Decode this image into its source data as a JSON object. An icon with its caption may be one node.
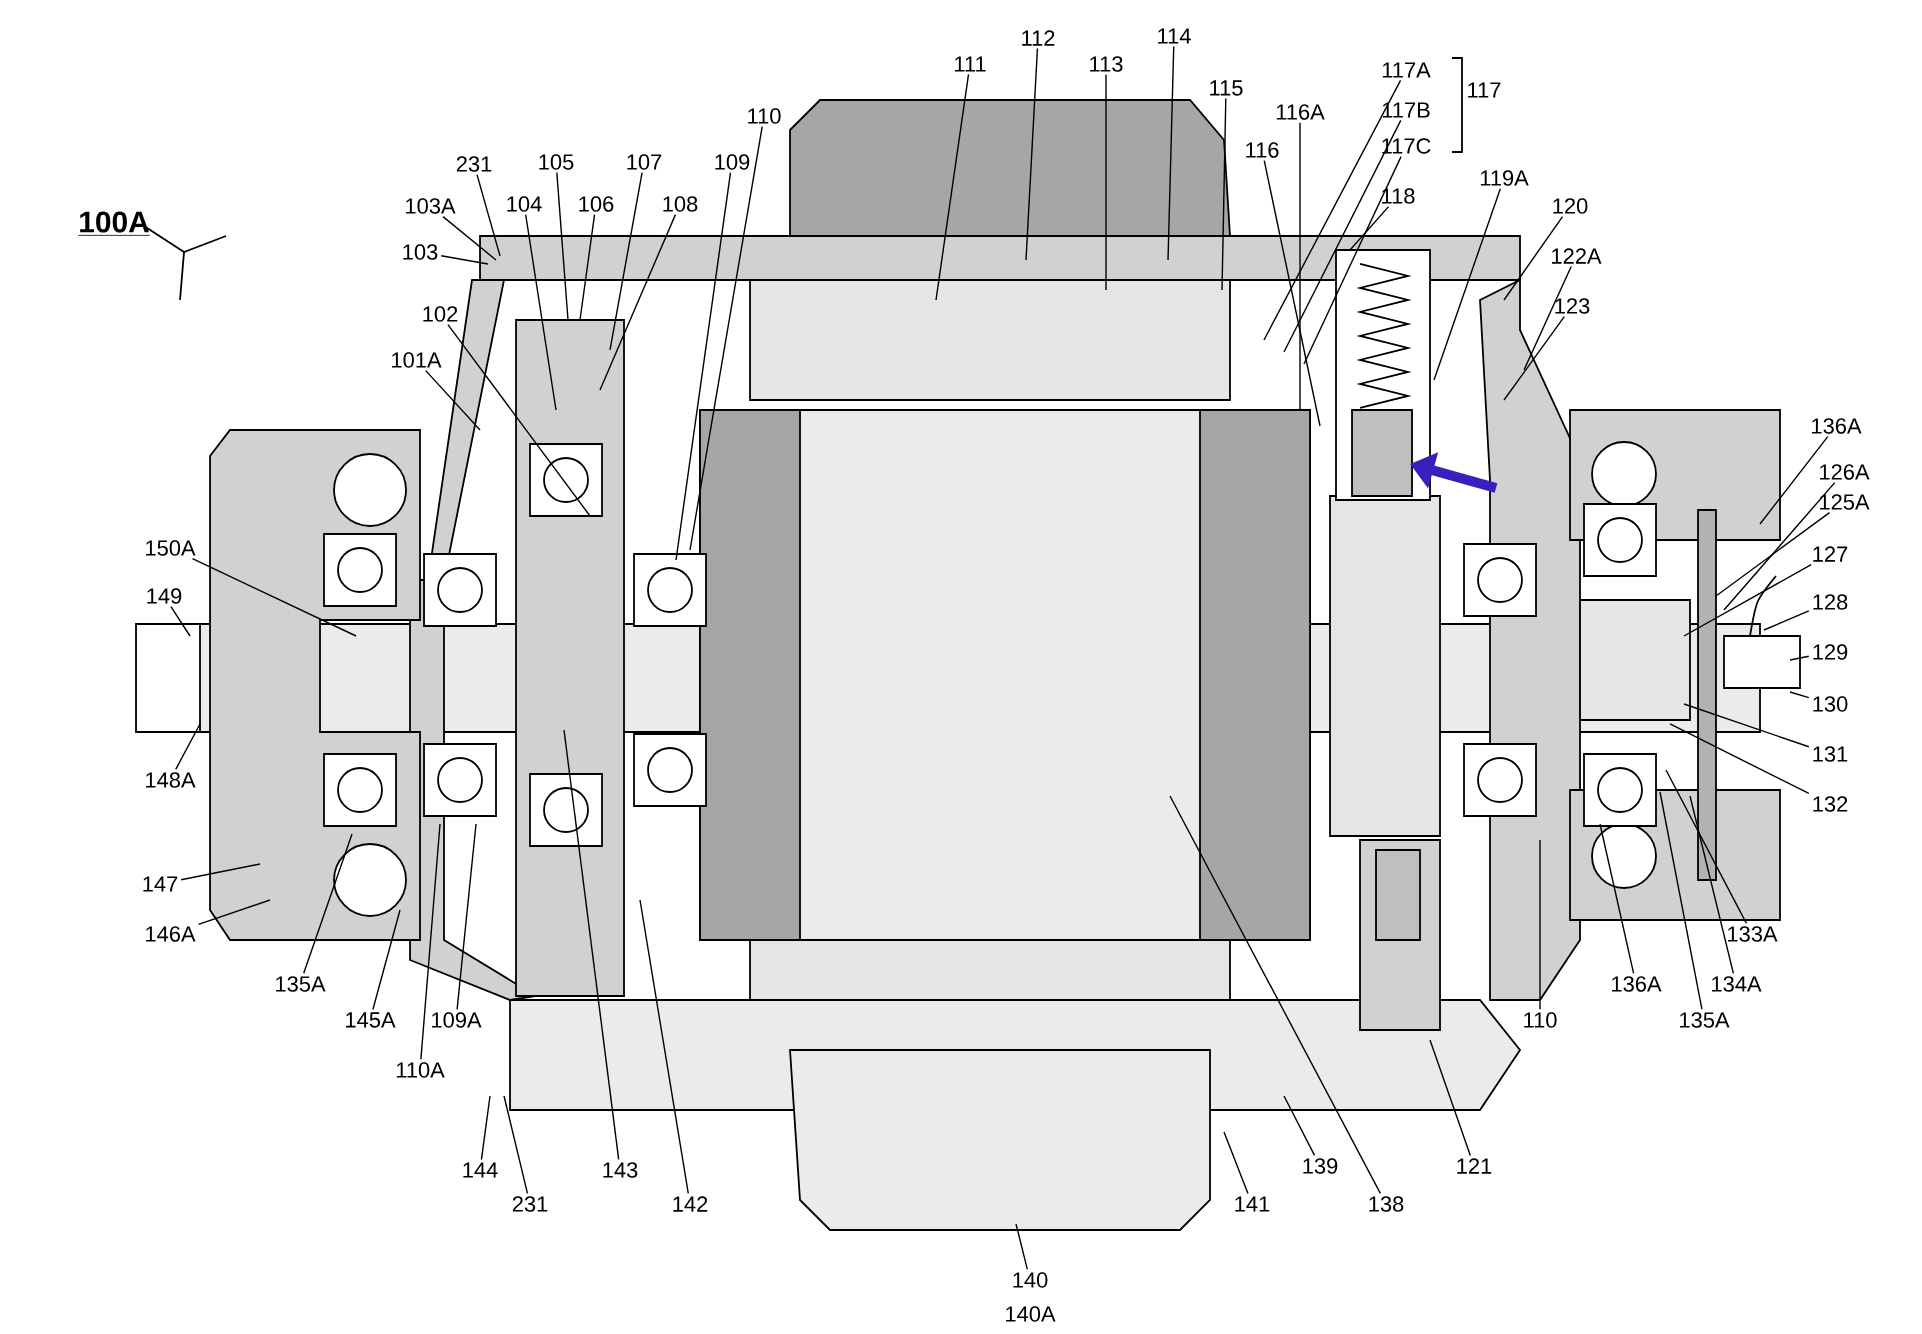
{
  "diagram": {
    "nodes": [
      {
        "text": [
          "231"
        ]
      },
      {
        "text": [
          "105"
        ]
      },
      {
        "text": [
          "107"
        ]
      },
      {
        "text": [
          "109"
        ]
      },
      {
        "text": [
          "110"
        ]
      },
      {
        "text": [
          "103A"
        ]
      },
      {
        "text": [
          "104"
        ]
      },
      {
        "text": [
          "106"
        ]
      },
      {
        "text": [
          "108"
        ]
      },
      {
        "text": [
          "103"
        ]
      },
      {
        "text": [
          "102"
        ]
      },
      {
        "text": [
          "101A"
        ]
      },
      {
        "text": [
          "111"
        ]
      },
      {
        "text": [
          "112"
        ]
      },
      {
        "text": [
          "113"
        ]
      },
      {
        "text": [
          "114"
        ]
      },
      {
        "text": [
          "115"
        ]
      },
      {
        "text": [
          "116A"
        ]
      },
      {
        "text": [
          "116"
        ]
      },
      {
        "text": [
          "117A"
        ]
      },
      {
        "text": [
          "117B"
        ]
      },
      {
        "text": [
          "117C"
        ]
      },
      {
        "text": [
          "118"
        ]
      },
      {
        "text": [
          "119A"
        ]
      },
      {
        "text": [
          "120"
        ]
      },
      {
        "text": [
          "122A"
        ]
      },
      {
        "text": [
          "123"
        ]
      },
      {
        "text": [
          "150A"
        ]
      },
      {
        "text": [
          "149"
        ]
      },
      {
        "text": [
          "136A"
        ]
      },
      {
        "text": [
          "126A"
        ]
      },
      {
        "text": [
          "125A"
        ]
      },
      {
        "text": [
          "127"
        ]
      },
      {
        "text": [
          "128"
        ]
      },
      {
        "text": [
          "129"
        ]
      },
      {
        "text": [
          "130"
        ]
      },
      {
        "text": [
          "148A"
        ]
      },
      {
        "text": [
          "131"
        ]
      },
      {
        "text": [
          "132"
        ]
      },
      {
        "text": [
          "147"
        ]
      },
      {
        "text": [
          "146A"
        ]
      },
      {
        "text": [
          "133A"
        ]
      },
      {
        "text": [
          "135A"
        ]
      },
      {
        "text": [
          "136A"
        ]
      },
      {
        "text": [
          "134A"
        ]
      },
      {
        "text": [
          "145A"
        ]
      },
      {
        "text": [
          "109A"
        ]
      },
      {
        "text": [
          "110"
        ]
      },
      {
        "text": [
          "135A"
        ]
      },
      {
        "text": [
          "110A"
        ]
      },
      {
        "text": [
          "139"
        ]
      },
      {
        "text": [
          "121"
        ]
      },
      {
        "text": [
          "144"
        ]
      },
      {
        "text": [
          "143"
        ]
      },
      {
        "text": [
          "231"
        ]
      },
      {
        "text": [
          "141"
        ]
      },
      {
        "text": [
          "138"
        ]
      },
      {
        "text": [
          "142"
        ]
      },
      {
        "text": [
          "140"
        ]
      }
    ],
    "edges": [
      {
        "from": 0,
        "to": null,
        "arrow": "none"
      },
      {
        "from": 1,
        "to": null,
        "arrow": "none"
      },
      {
        "from": 2,
        "to": null,
        "arrow": "none"
      },
      {
        "from": 3,
        "to": null,
        "arrow": "none"
      },
      {
        "from": 4,
        "to": null,
        "arrow": "none"
      },
      {
        "from": 5,
        "to": null,
        "arrow": "none"
      },
      {
        "from": 6,
        "to": null,
        "arrow": "none"
      },
      {
        "from": 7,
        "to": null,
        "arrow": "none"
      },
      {
        "from": 8,
        "to": null,
        "arrow": "none"
      },
      {
        "from": 9,
        "to": null,
        "arrow": "none"
      },
      {
        "from": 10,
        "to": null,
        "arrow": "none"
      },
      {
        "from": 11,
        "to": null,
        "arrow": "none"
      },
      {
        "from": 12,
        "to": null,
        "arrow": "none"
      },
      {
        "from": 13,
        "to": null,
        "arrow": "none"
      },
      {
        "from": 14,
        "to": null,
        "arrow": "none"
      },
      {
        "from": 15,
        "to": null,
        "arrow": "none"
      },
      {
        "from": 16,
        "to": null,
        "arrow": "none"
      },
      {
        "from": 17,
        "to": null,
        "arrow": "none"
      },
      {
        "from": 18,
        "to": null,
        "arrow": "none"
      },
      {
        "from": 19,
        "to": null,
        "arrow": "none"
      },
      {
        "from": 20,
        "to": null,
        "arrow": "none"
      },
      {
        "from": 21,
        "to": null,
        "arrow": "none"
      },
      {
        "from": 22,
        "to": null,
        "arrow": "none"
      },
      {
        "from": 23,
        "to": null,
        "arrow": "none"
      },
      {
        "from": 24,
        "to": null,
        "arrow": "none"
      },
      {
        "from": 25,
        "to": null,
        "arrow": "none"
      },
      {
        "from": 26,
        "to": null,
        "arrow": "none"
      },
      {
        "from": 27,
        "to": null,
        "arrow": "none"
      },
      {
        "from": 28,
        "to": null,
        "arrow": "none"
      },
      {
        "from": 29,
        "to": null,
        "arrow": "none"
      },
      {
        "from": 30,
        "to": null,
        "arrow": "none"
      },
      {
        "from": 31,
        "to": null,
        "arrow": "none"
      },
      {
        "from": 32,
        "to": null,
        "arrow": "none"
      },
      {
        "from": 33,
        "to": null,
        "arrow": "none"
      },
      {
        "from": 34,
        "to": null,
        "arrow": "none"
      },
      {
        "from": 35,
        "to": null,
        "arrow": "none"
      },
      {
        "from": 36,
        "to": null,
        "arrow": "none"
      },
      {
        "from": 37,
        "to": null,
        "arrow": "none"
      },
      {
        "from": 38,
        "to": null,
        "arrow": "none"
      },
      {
        "from": 39,
        "to": null,
        "arrow": "none"
      },
      {
        "from": 40,
        "to": null,
        "arrow": "none"
      },
      {
        "from": 41,
        "to": null,
        "arrow": "none"
      },
      {
        "from": 42,
        "to": null,
        "arrow": "none"
      },
      {
        "from": 43,
        "to": null,
        "arrow": "none"
      },
      {
        "from": 44,
        "to": null,
        "arrow": "none"
      },
      {
        "from": 45,
        "to": null,
        "arrow": "none"
      },
      {
        "from": 46,
        "to": null,
        "arrow": "none"
      },
      {
        "from": 47,
        "to": null,
        "arrow": "none"
      },
      {
        "from": 48,
        "to": null,
        "arrow": "none"
      },
      {
        "from": 49,
        "to": null,
        "arrow": "none"
      },
      {
        "from": 50,
        "to": null,
        "arrow": "none"
      },
      {
        "from": 51,
        "to": null,
        "arrow": "none"
      },
      {
        "from": 52,
        "to": null,
        "arrow": "none"
      },
      {
        "from": 53,
        "to": null,
        "arrow": "none"
      },
      {
        "from": 54,
        "to": null,
        "arrow": "none"
      },
      {
        "from": 55,
        "to": null,
        "arrow": "none"
      },
      {
        "from": 56,
        "to": null,
        "arrow": "none"
      },
      {
        "from": 57,
        "to": null,
        "arrow": "none"
      },
      {
        "from": 58,
        "to": null,
        "arrow": "none"
      }
    ],
    "labels": [
      "100A",
      "117",
      "140A"
    ]
  }
}
